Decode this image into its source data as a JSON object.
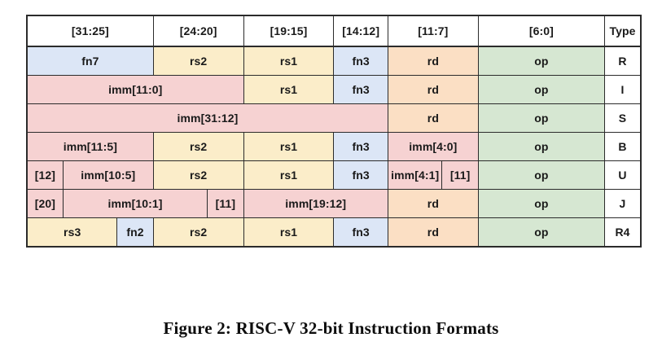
{
  "figure": {
    "caption": "Figure 2: RISC-V 32-bit Instruction Formats",
    "colors": {
      "white": "#ffffff",
      "blue": "#dce6f6",
      "yellow": "#fbedc9",
      "pink": "#f6d2d2",
      "peach": "#fbdfc4",
      "green": "#d6e7d2",
      "border": "#2b2b2b",
      "text": "#1a1a1a"
    },
    "header": [
      {
        "label": "[31:25]",
        "span": 7
      },
      {
        "label": "[24:20]",
        "span": 5
      },
      {
        "label": "[19:15]",
        "span": 5
      },
      {
        "label": "[14:12]",
        "span": 3
      },
      {
        "label": "[11:7]",
        "span": 5
      },
      {
        "label": "[6:0]",
        "span": 7
      },
      {
        "label": "Type",
        "span": 2
      }
    ],
    "rows": [
      {
        "type": "R",
        "cells": [
          {
            "label": "fn7",
            "span": 7,
            "color": "blue"
          },
          {
            "label": "rs2",
            "span": 5,
            "color": "yellow"
          },
          {
            "label": "rs1",
            "span": 5,
            "color": "yellow"
          },
          {
            "label": "fn3",
            "span": 3,
            "color": "blue"
          },
          {
            "label": "rd",
            "span": 5,
            "color": "peach"
          },
          {
            "label": "op",
            "span": 7,
            "color": "green"
          },
          {
            "label": "R",
            "span": 2,
            "color": "white"
          }
        ]
      },
      {
        "type": "I",
        "cells": [
          {
            "label": "imm[11:0]",
            "span": 12,
            "color": "pink"
          },
          {
            "label": "rs1",
            "span": 5,
            "color": "yellow"
          },
          {
            "label": "fn3",
            "span": 3,
            "color": "blue"
          },
          {
            "label": "rd",
            "span": 5,
            "color": "peach"
          },
          {
            "label": "op",
            "span": 7,
            "color": "green"
          },
          {
            "label": "I",
            "span": 2,
            "color": "white"
          }
        ]
      },
      {
        "type": "S",
        "cells": [
          {
            "label": "imm[31:12]",
            "span": 20,
            "color": "pink"
          },
          {
            "label": "rd",
            "span": 5,
            "color": "peach"
          },
          {
            "label": "op",
            "span": 7,
            "color": "green"
          },
          {
            "label": "S",
            "span": 2,
            "color": "white"
          }
        ]
      },
      {
        "type": "B",
        "cells": [
          {
            "label": "imm[11:5]",
            "span": 7,
            "color": "pink"
          },
          {
            "label": "rs2",
            "span": 5,
            "color": "yellow"
          },
          {
            "label": "rs1",
            "span": 5,
            "color": "yellow"
          },
          {
            "label": "fn3",
            "span": 3,
            "color": "blue"
          },
          {
            "label": "imm[4:0]",
            "span": 5,
            "color": "pink"
          },
          {
            "label": "op",
            "span": 7,
            "color": "green"
          },
          {
            "label": "B",
            "span": 2,
            "color": "white"
          }
        ]
      },
      {
        "type": "U",
        "cells": [
          {
            "label": "[12]",
            "span": 2,
            "color": "pink"
          },
          {
            "label": "imm[10:5]",
            "span": 5,
            "color": "pink"
          },
          {
            "label": "rs2",
            "span": 5,
            "color": "yellow"
          },
          {
            "label": "rs1",
            "span": 5,
            "color": "yellow"
          },
          {
            "label": "fn3",
            "span": 3,
            "color": "blue"
          },
          {
            "label": "imm[4:1]",
            "span": 3,
            "color": "pink"
          },
          {
            "label": "[11]",
            "span": 2,
            "color": "pink"
          },
          {
            "label": "op",
            "span": 7,
            "color": "green"
          },
          {
            "label": "U",
            "span": 2,
            "color": "white"
          }
        ]
      },
      {
        "type": "J",
        "cells": [
          {
            "label": "[20]",
            "span": 2,
            "color": "pink"
          },
          {
            "label": "imm[10:1]",
            "span": 8,
            "color": "pink"
          },
          {
            "label": "[11]",
            "span": 2,
            "color": "pink"
          },
          {
            "label": "imm[19:12]",
            "span": 8,
            "color": "pink"
          },
          {
            "label": "rd",
            "span": 5,
            "color": "peach"
          },
          {
            "label": "op",
            "span": 7,
            "color": "green"
          },
          {
            "label": "J",
            "span": 2,
            "color": "white"
          }
        ]
      },
      {
        "type": "R4",
        "cells": [
          {
            "label": "rs3",
            "span": 5,
            "color": "yellow"
          },
          {
            "label": "fn2",
            "span": 2,
            "color": "blue"
          },
          {
            "label": "rs2",
            "span": 5,
            "color": "yellow"
          },
          {
            "label": "rs1",
            "span": 5,
            "color": "yellow"
          },
          {
            "label": "fn3",
            "span": 3,
            "color": "blue"
          },
          {
            "label": "rd",
            "span": 5,
            "color": "peach"
          },
          {
            "label": "op",
            "span": 7,
            "color": "green"
          },
          {
            "label": "R4",
            "span": 2,
            "color": "white"
          }
        ]
      }
    ]
  }
}
